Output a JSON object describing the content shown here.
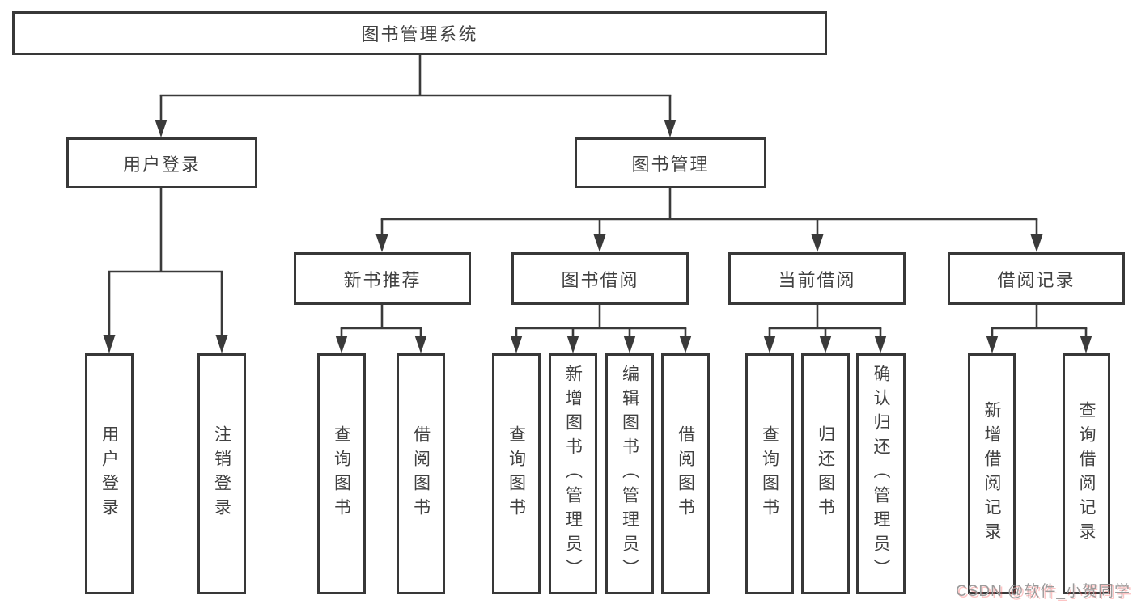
{
  "diagram_type": "hierarchy-tree",
  "colors": {
    "line": "#3a3a3a",
    "box_border": "#383838",
    "box_fill": "#ffffff",
    "text": "#414141",
    "background": "#ffffff",
    "watermark_gray": "#9b9b9b",
    "watermark_red_shadow": "#fc5555"
  },
  "tree": {
    "root": {
      "label": "图书管理系统",
      "children": [
        {
          "label": "用户登录",
          "children": [
            {
              "label": "用户登录"
            },
            {
              "label": "注销登录"
            }
          ]
        },
        {
          "label": "图书管理",
          "children": [
            {
              "label": "新书推荐",
              "children": [
                {
                  "label": "查询图书"
                },
                {
                  "label": "借阅图书"
                }
              ]
            },
            {
              "label": "图书借阅",
              "children": [
                {
                  "label": "查询图书"
                },
                {
                  "label": "新增图书（管理员）"
                },
                {
                  "label": "编辑图书（管理员）"
                },
                {
                  "label": "借阅图书"
                }
              ]
            },
            {
              "label": "当前借阅",
              "children": [
                {
                  "label": "查询图书"
                },
                {
                  "label": "归还图书"
                },
                {
                  "label": "确认归还（管理员）"
                }
              ]
            },
            {
              "label": "借阅记录",
              "children": [
                {
                  "label": "新增借阅记录"
                },
                {
                  "label": "查询借阅记录"
                }
              ]
            }
          ]
        }
      ]
    }
  },
  "watermark": {
    "text": "CSDN @软件_小贺同学"
  }
}
